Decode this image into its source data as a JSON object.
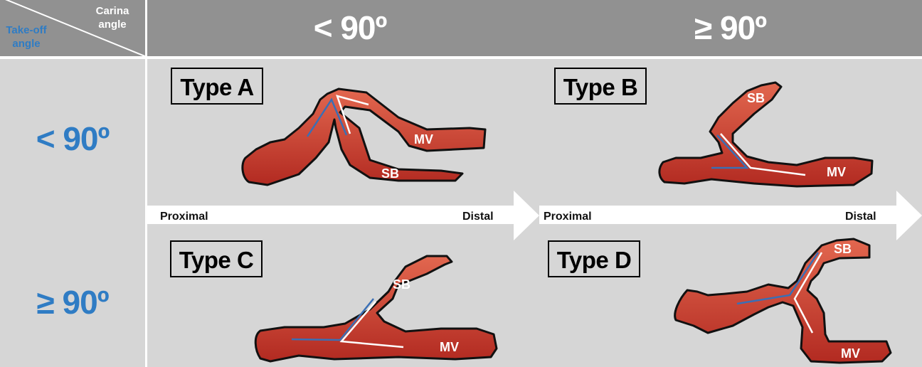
{
  "header": {
    "corner": {
      "column_axis_label": "Carina angle",
      "row_axis_label": "Take-off angle"
    },
    "columns": [
      {
        "label": "< 90º"
      },
      {
        "label": "≥ 90º"
      }
    ]
  },
  "rows": [
    {
      "label": "< 90º"
    },
    {
      "label": "≥ 90º"
    }
  ],
  "cells": [
    {
      "type_label": "Type A",
      "side_branch_label": "SB",
      "main_vessel_label": "MV"
    },
    {
      "type_label": "Type B",
      "side_branch_label": "SB",
      "main_vessel_label": "MV"
    },
    {
      "type_label": "Type C",
      "side_branch_label": "SB",
      "main_vessel_label": "MV"
    },
    {
      "type_label": "Type D",
      "side_branch_label": "SB",
      "main_vessel_label": "MV"
    }
  ],
  "arrows": [
    {
      "start_label": "Proximal",
      "end_label": "Distal"
    },
    {
      "start_label": "Proximal",
      "end_label": "Distal"
    }
  ],
  "colors": {
    "header_bg": "#919191",
    "cell_bg": "#d6d6d6",
    "take_off_blue": "#2f7cc4",
    "vessel_red_light": "#e0644c",
    "vessel_red_dark": "#b52b22",
    "carina_line": "#ffffff",
    "takeoff_line": "#3a6fb5"
  }
}
